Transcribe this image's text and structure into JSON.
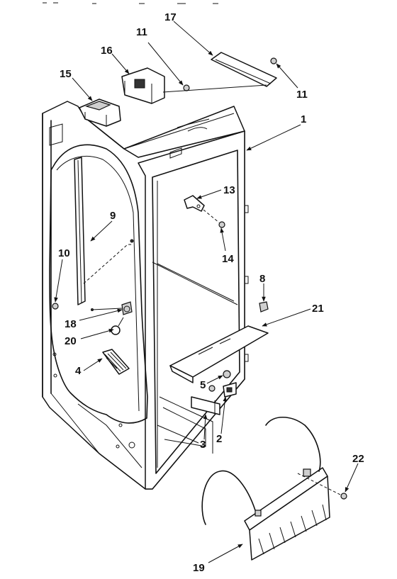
{
  "top_strip": "",
  "callouts": {
    "c1": "1",
    "c2": "2",
    "c3": "3",
    "c4": "4",
    "c5": "5",
    "c8": "8",
    "c9": "9",
    "c10": "10",
    "c11a": "11",
    "c11b": "11",
    "c13": "13",
    "c14": "14",
    "c15": "15",
    "c16": "16",
    "c17": "17",
    "c18": "18",
    "c19": "19",
    "c20": "20",
    "c21": "21",
    "c22": "22"
  }
}
